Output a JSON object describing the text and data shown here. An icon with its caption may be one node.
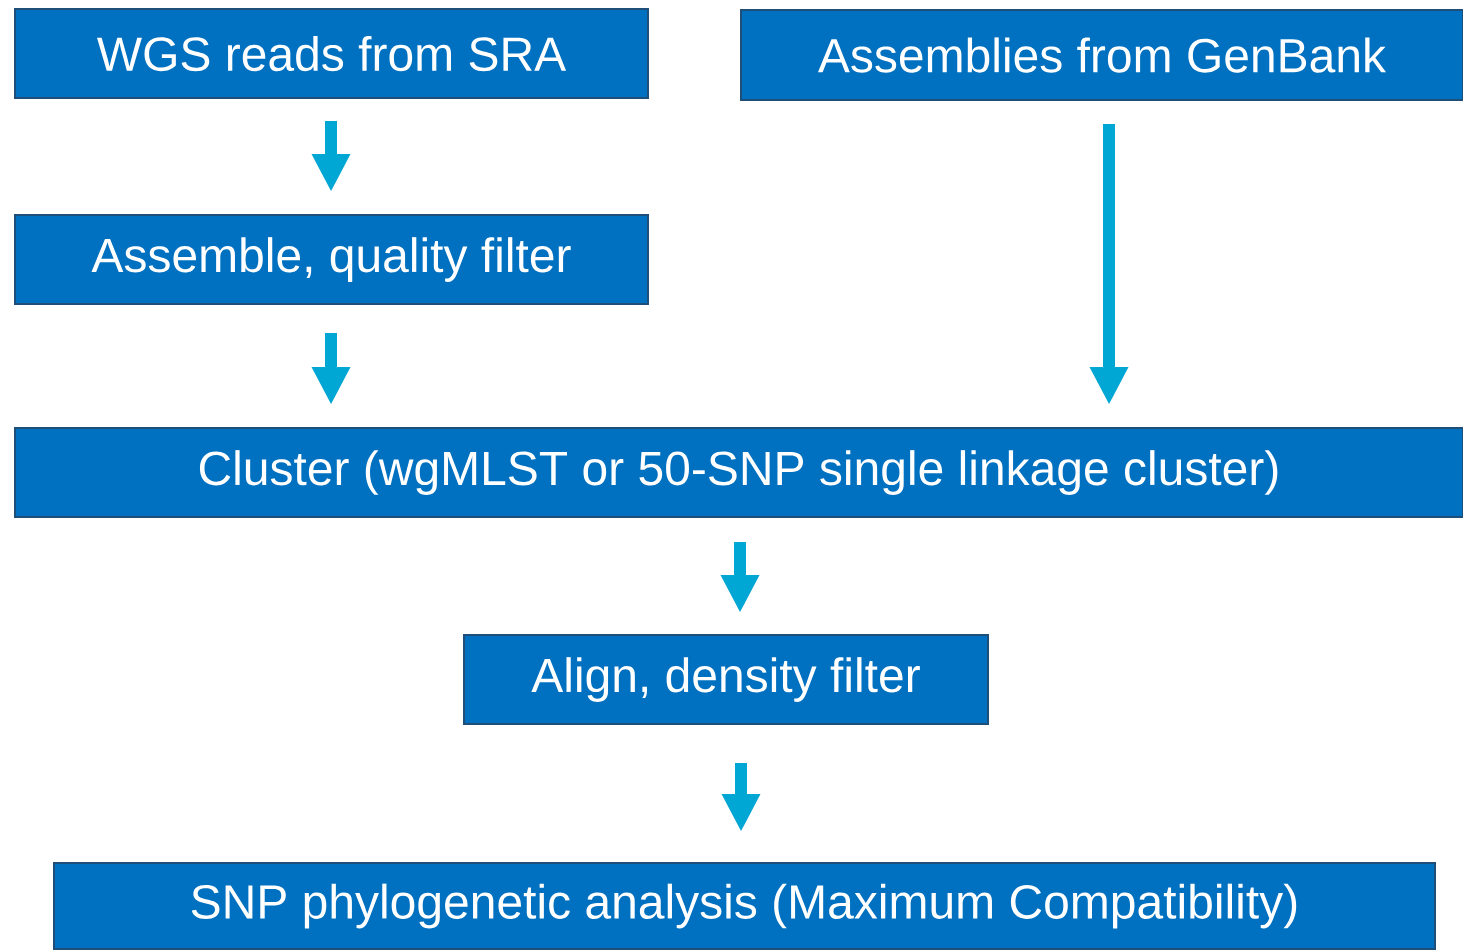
{
  "diagram": {
    "nodes": [
      {
        "text": [
          "WGS reads from SRA"
        ]
      },
      {
        "text": [
          "Assemblies from GenBank"
        ]
      },
      {
        "text": [
          "Assemble, quality filter"
        ]
      },
      {
        "text": [
          "Cluster (wgMLST or 50-SNP single linkage cluster)"
        ]
      },
      {
        "text": [
          "Align, density filter"
        ]
      },
      {
        "text": [
          "SNP phylogenetic analysis (Maximum Compatibility)"
        ]
      }
    ],
    "edges": [
      {
        "from": 0,
        "to": 2,
        "arrow": "to"
      },
      {
        "from": 2,
        "to": 3,
        "arrow": "to"
      },
      {
        "from": 1,
        "to": 3,
        "arrow": "to"
      },
      {
        "from": 3,
        "to": 4,
        "arrow": "to"
      },
      {
        "from": 4,
        "to": 5,
        "arrow": "to"
      }
    ]
  }
}
